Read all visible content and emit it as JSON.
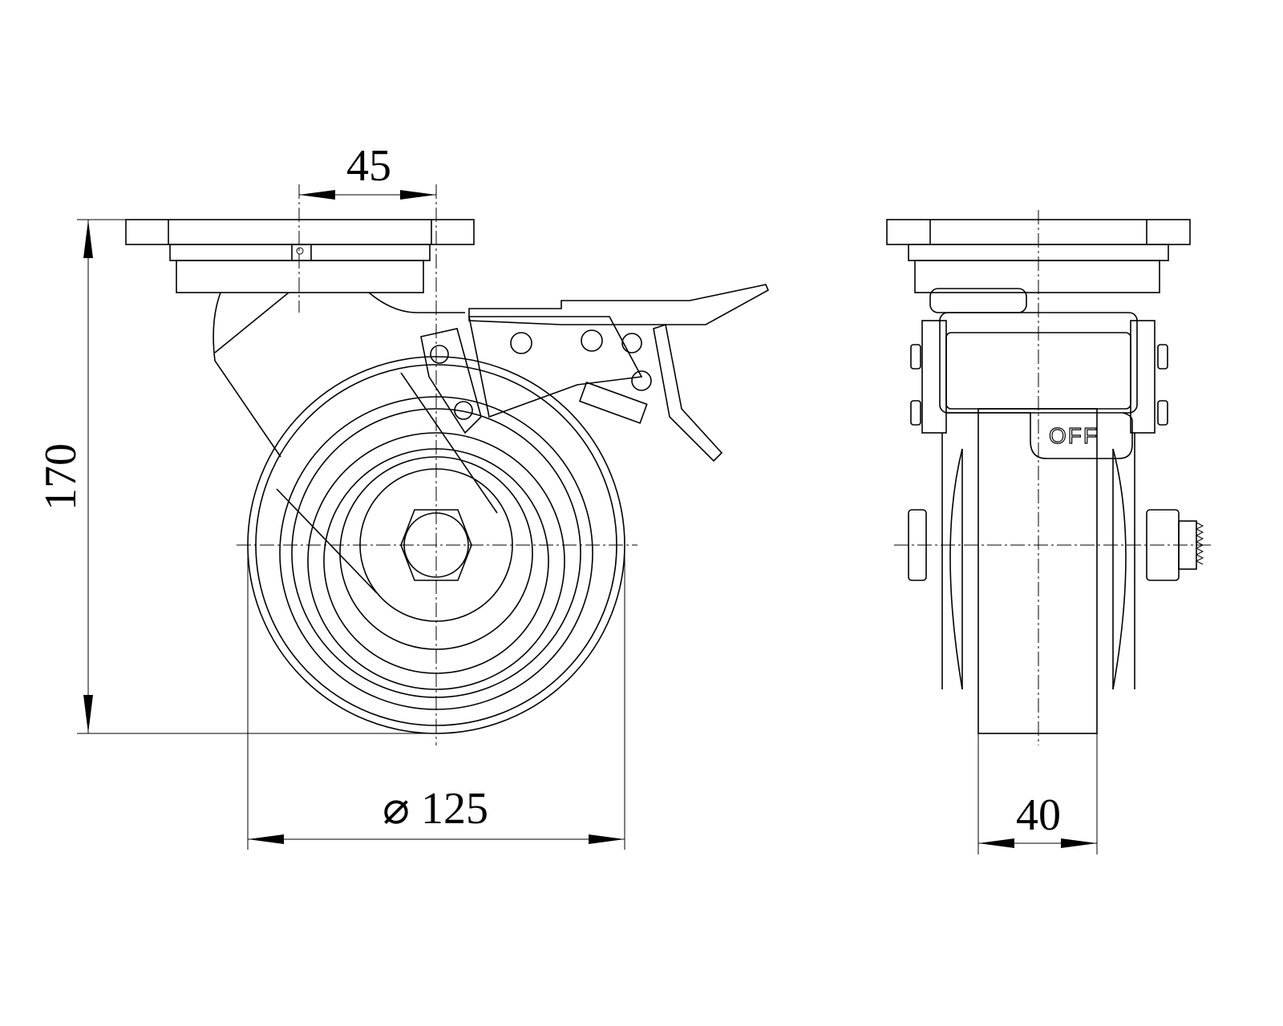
{
  "drawing": {
    "dimensions": {
      "offset": "45",
      "height": "170",
      "wheel_diameter_symbol": "⌀",
      "wheel_diameter": "125",
      "wheel_width": "40"
    },
    "brake_label": "OFF"
  }
}
